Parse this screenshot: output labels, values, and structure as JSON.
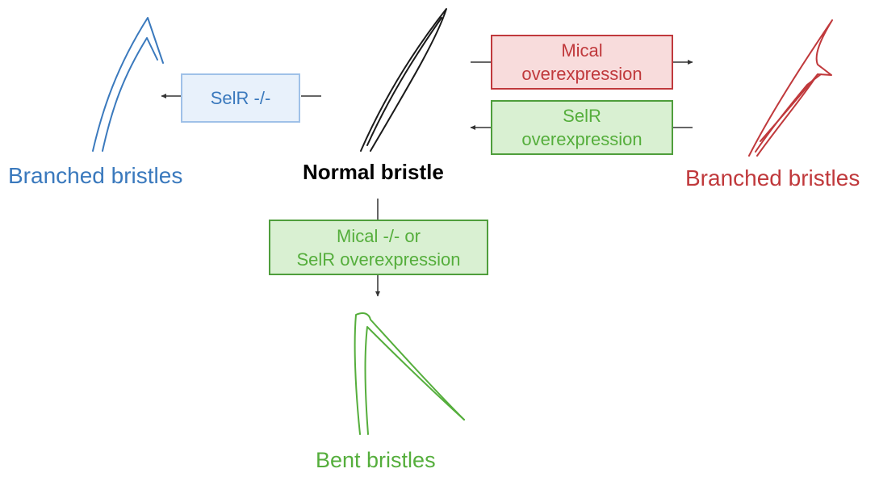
{
  "colors": {
    "blue": "#3a79bd",
    "red": "#c0393c",
    "green": "#55ae3c",
    "black": "#000000"
  },
  "labels": {
    "normal": "Normal bristle",
    "branched_left": "Branched bristles",
    "branched_right": "Branched bristles",
    "bent": "Bent bristles"
  },
  "boxes": {
    "selr_null": {
      "lines": [
        "SelR -/-"
      ]
    },
    "mical_over": {
      "lines": [
        "Mical",
        "overexpression"
      ]
    },
    "selr_over": {
      "lines": [
        "SelR",
        "overexpression"
      ]
    },
    "mical_null_or_selr_over": {
      "lines": [
        "Mical -/- or",
        "SelR overexpression"
      ]
    }
  }
}
